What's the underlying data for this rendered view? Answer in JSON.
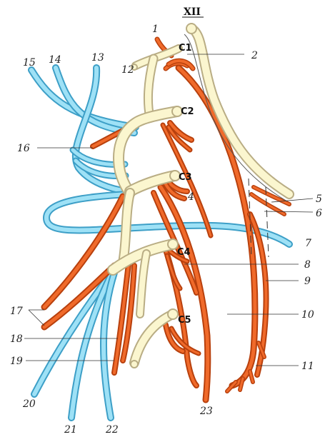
{
  "colors": {
    "motor_nerve": "#f06a2a",
    "sensory_nerve": "#9ee1f6",
    "spinal_root": "#fbf6cf",
    "hypoglossal": "#fbf6cf"
  },
  "labels": {
    "xii": "XII",
    "c1": "C1",
    "c2": "C2",
    "c3": "C3",
    "c4": "C4",
    "c5": "C5",
    "n1": "1",
    "n2": "2",
    "n4": "4",
    "n5": "5",
    "n6": "6",
    "n7": "7",
    "n8": "8",
    "n9": "9",
    "n10": "10",
    "n11": "11",
    "n12": "12",
    "n13": "13",
    "n14": "14",
    "n15": "15",
    "n16": "16",
    "n17": "17",
    "n18": "18",
    "n19": "19",
    "n20": "20",
    "n21": "21",
    "n22": "22",
    "n23": "23"
  }
}
